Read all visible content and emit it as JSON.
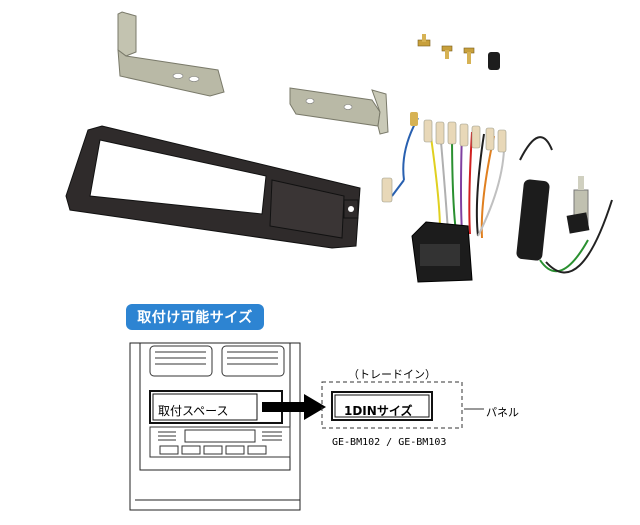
{
  "badge": {
    "label": "取付け可能サイズ"
  },
  "diagram": {
    "install_space_label": "取付スペース",
    "trade_in_label": "（トレードイン）",
    "din_size_label": "1DINサイズ",
    "panel_label": "パネル",
    "model_numbers": "GE-BM102 / GE-BM103"
  },
  "colors": {
    "badge_bg": "#2d84d2",
    "bracket": "#b9b9a6",
    "panel": "#2f2b2b",
    "connector": "#1c1c1c"
  }
}
